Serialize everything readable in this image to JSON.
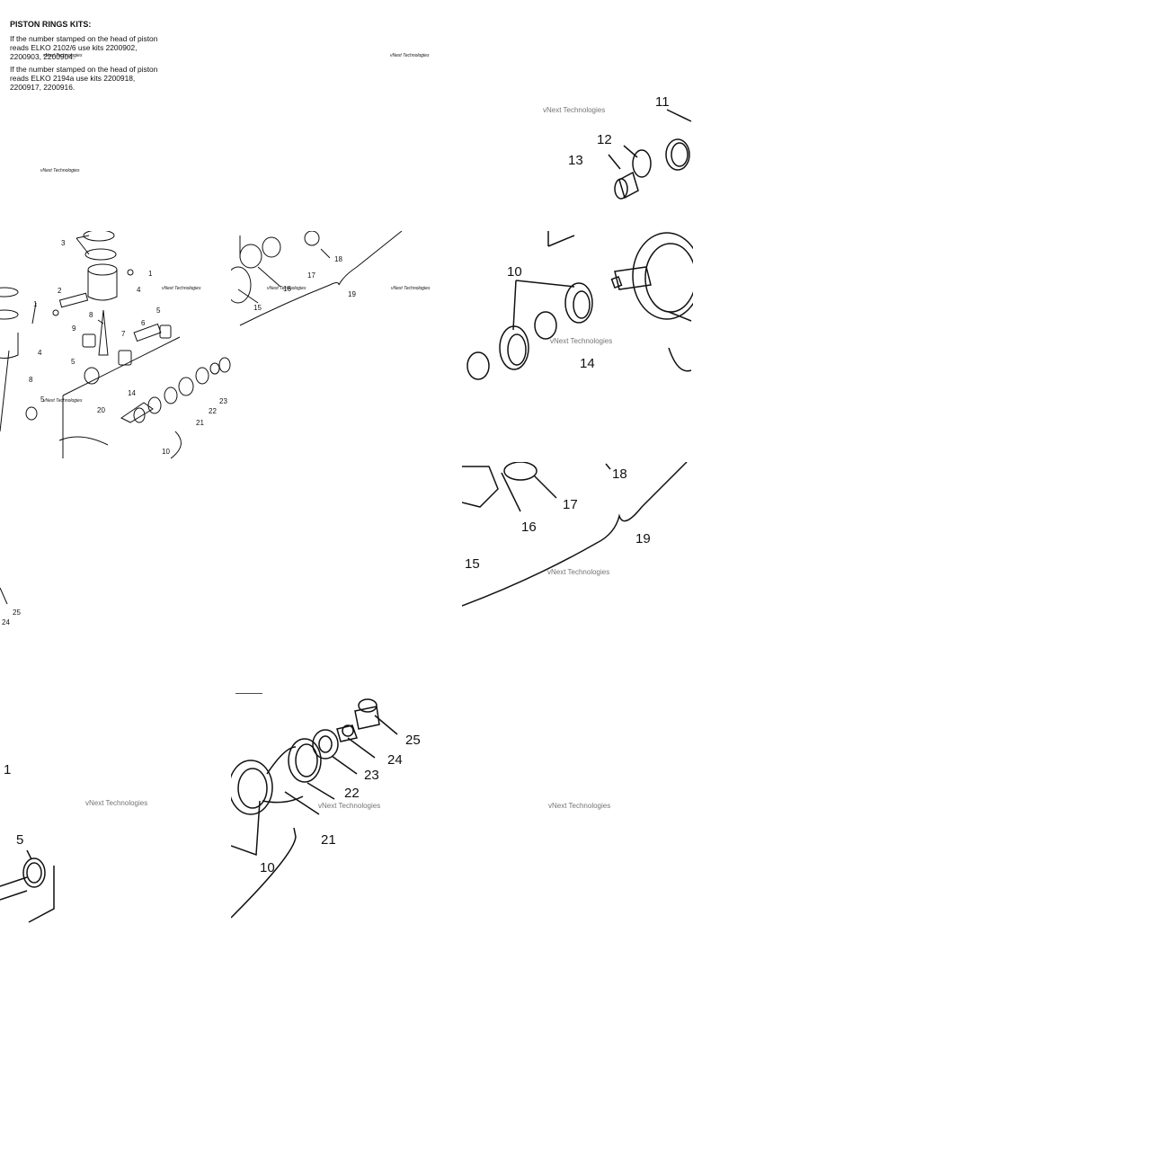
{
  "notes": {
    "title": "PISTON RINGS KITS:",
    "paragraph_1": "If the number stamped on the head of piston reads ELKO 2102/6 use kits 2200902, 2200903, 2200904.",
    "paragraph_2": "If the number stamped on the head of piston reads ELKO 2194a use kits 2200918, 2200917, 2200916."
  },
  "watermark": "vNext Technologies",
  "callouts": {
    "c1": "1",
    "c2": "2",
    "c3": "3",
    "c4": "4",
    "c5": "5",
    "c6": "6",
    "c7": "7",
    "c8": "8",
    "c9": "9",
    "c10": "10",
    "c11": "11",
    "c12": "12",
    "c13": "13",
    "c14": "14",
    "c15": "15",
    "c16": "16",
    "c17": "17",
    "c18": "18",
    "c19": "19",
    "c20": "20",
    "c21": "21",
    "c22": "22",
    "c23": "23",
    "c24": "24",
    "c25": "25"
  }
}
